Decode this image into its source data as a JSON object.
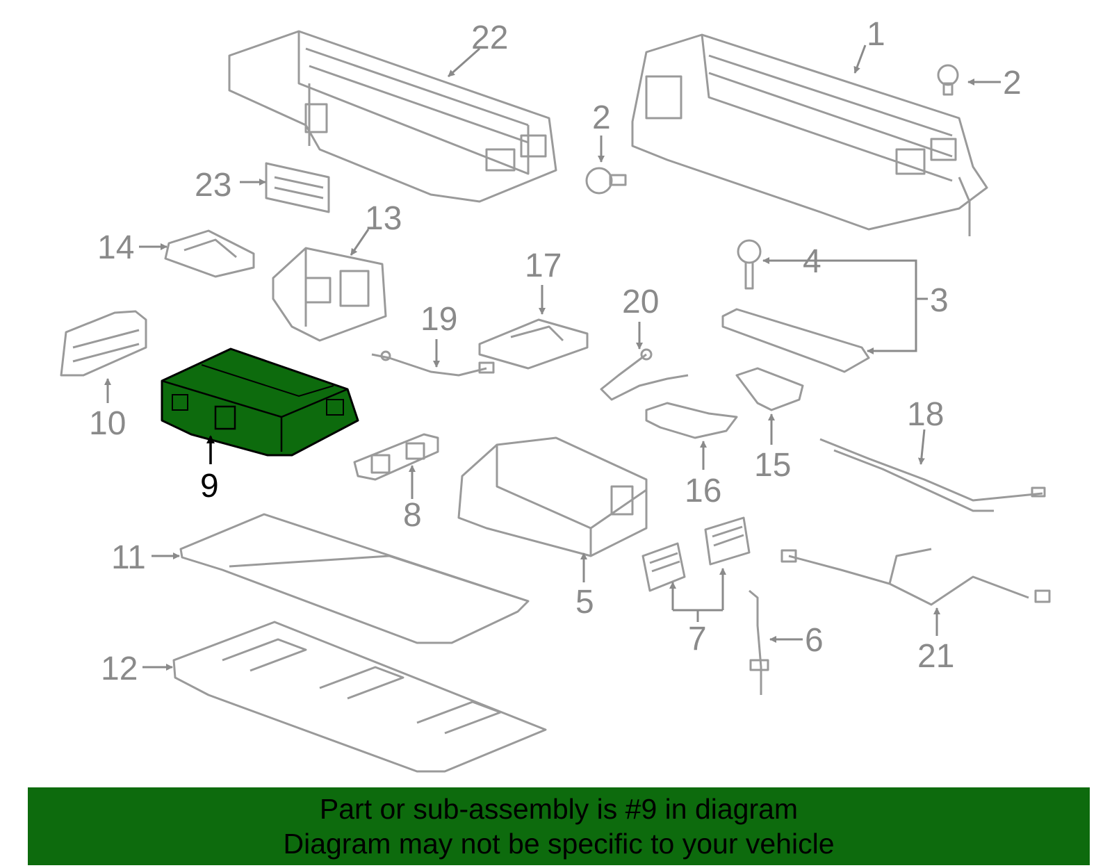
{
  "diagram": {
    "part_line_color": "#9a9a9a",
    "highlight_fill": "#0d6b0d",
    "callouts": [
      {
        "id": "1",
        "label": "1"
      },
      {
        "id": "2a",
        "label": "2"
      },
      {
        "id": "2b",
        "label": "2"
      },
      {
        "id": "3",
        "label": "3"
      },
      {
        "id": "4",
        "label": "4"
      },
      {
        "id": "5",
        "label": "5"
      },
      {
        "id": "6",
        "label": "6"
      },
      {
        "id": "7",
        "label": "7"
      },
      {
        "id": "8",
        "label": "8"
      },
      {
        "id": "9",
        "label": "9",
        "selected": true
      },
      {
        "id": "10",
        "label": "10"
      },
      {
        "id": "11",
        "label": "11"
      },
      {
        "id": "12",
        "label": "12"
      },
      {
        "id": "13",
        "label": "13"
      },
      {
        "id": "14",
        "label": "14"
      },
      {
        "id": "15",
        "label": "15"
      },
      {
        "id": "16",
        "label": "16"
      },
      {
        "id": "17",
        "label": "17"
      },
      {
        "id": "18",
        "label": "18"
      },
      {
        "id": "19",
        "label": "19"
      },
      {
        "id": "20",
        "label": "20"
      },
      {
        "id": "21",
        "label": "21"
      },
      {
        "id": "22",
        "label": "22"
      },
      {
        "id": "23",
        "label": "23"
      }
    ]
  },
  "banner": {
    "line1": "Part or sub-assembly is #9 in diagram",
    "line2": "Diagram may not be specific to your vehicle",
    "color": "#0d6b0d"
  }
}
